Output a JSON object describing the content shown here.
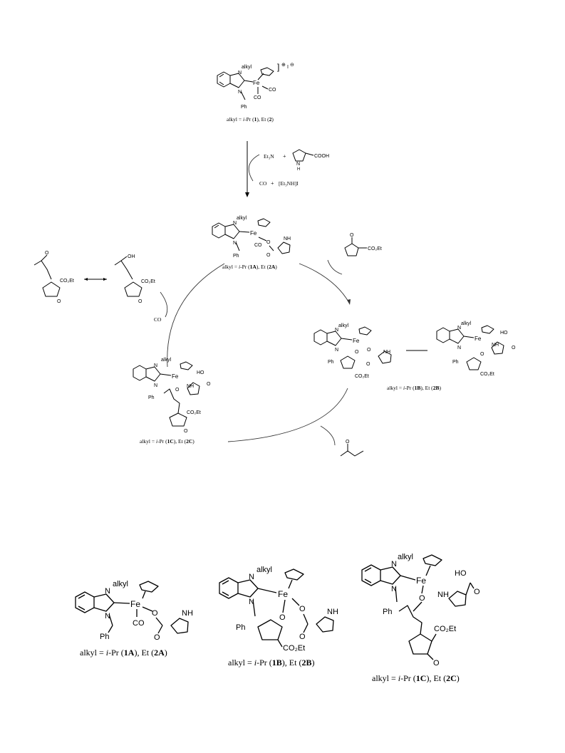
{
  "atoms": {
    "alkyl": "alkyl",
    "fe": "Fe",
    "n": "N",
    "co": "CO",
    "ph": "Ph",
    "o": "O",
    "nh": "NH",
    "h": "H",
    "oh": "OH",
    "ho": "HO",
    "co2et": "CO₂Et",
    "plus_charge": "⊕",
    "iodide": "I",
    "minus_charge": "⊖"
  },
  "captions": {
    "start": {
      "prefix": "alkyl = ",
      "ipr": "i",
      "pr": "-Pr (",
      "c1": "1",
      "mid": "), Et (",
      "c2": "2",
      "end": ")"
    },
    "A": {
      "prefix": "alkyl = ",
      "ipr": "i",
      "pr": "-Pr (",
      "c1": "1A",
      "mid": "), Et (",
      "c2": "2A",
      "end": ")"
    },
    "B": {
      "prefix": "alkyl = ",
      "ipr": "i",
      "pr": "-Pr (",
      "c1": "1B",
      "mid": "), Et (",
      "c2": "2B",
      "end": ")"
    },
    "C": {
      "prefix": "alkyl = ",
      "ipr": "i",
      "pr": "-Pr (",
      "c1": "1C",
      "mid": "), Et (",
      "c2": "2C",
      "end": ")"
    }
  },
  "reagents": {
    "et3n": "Et₃N",
    "plus": "+",
    "cooh": "COOH",
    "co_out": "CO",
    "et3nhi": "[Et₃NH]I",
    "co_cycle": "CO"
  }
}
